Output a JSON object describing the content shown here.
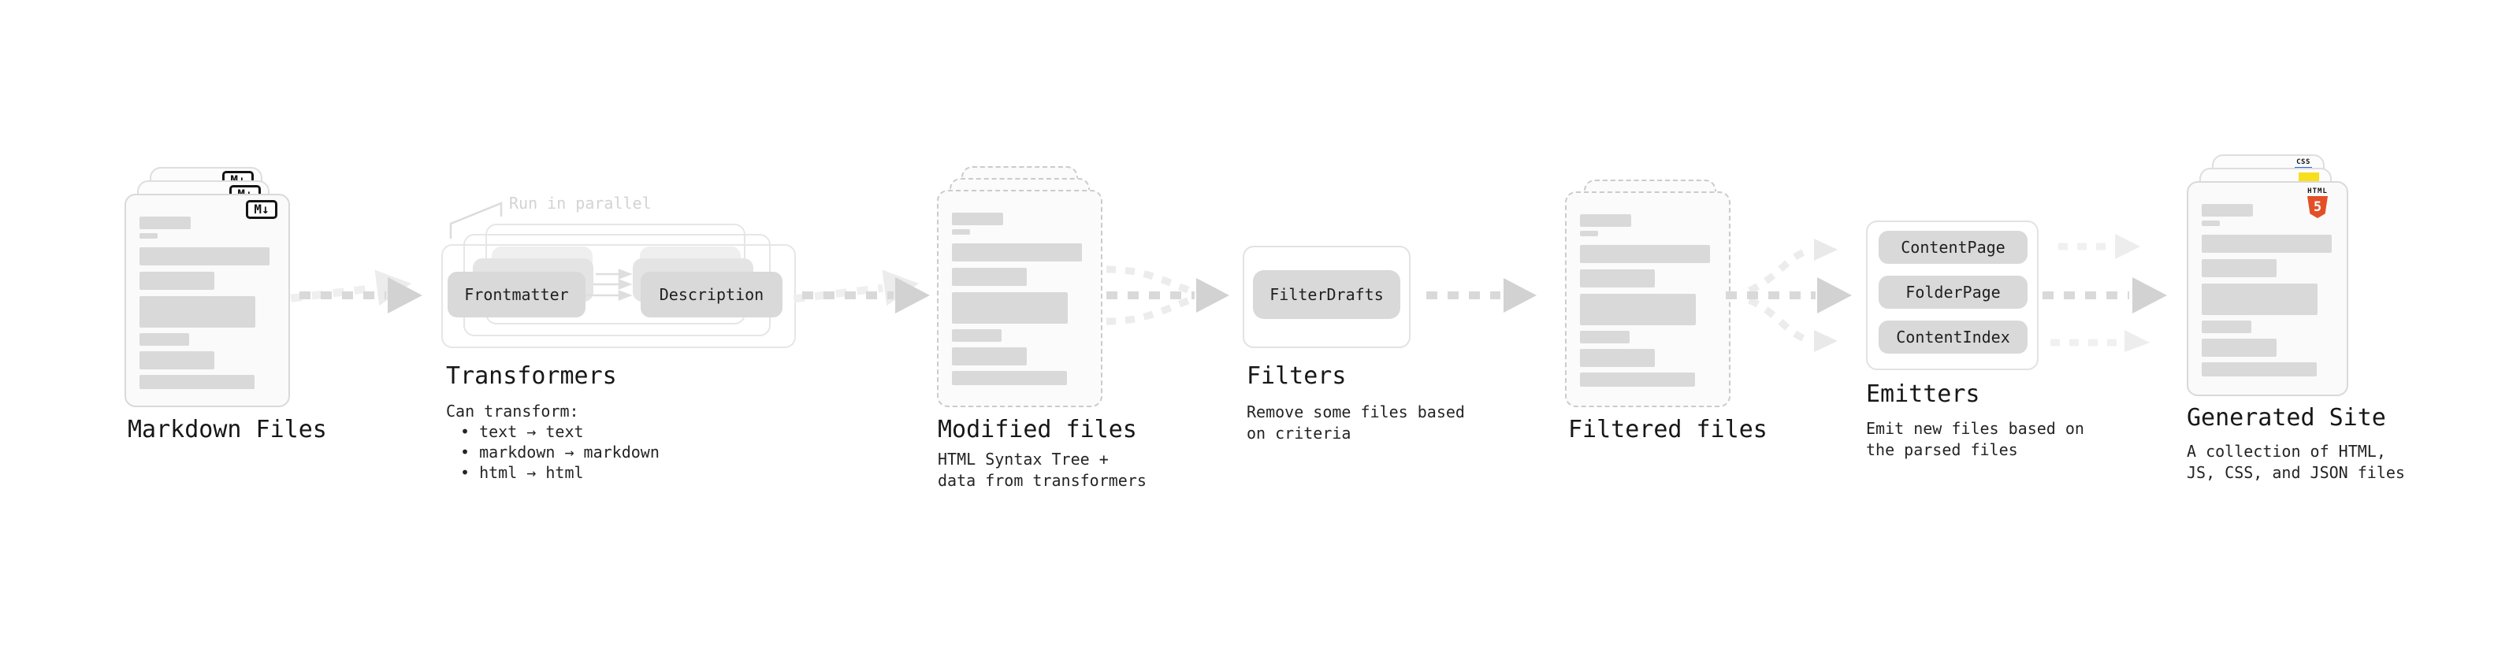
{
  "colors": {
    "html5_orange": "#e34f26",
    "js_yellow": "#f7df1e",
    "css_blue": "#2965f1"
  },
  "stages": {
    "markdown": {
      "title": "Markdown Files",
      "badge": "M↓"
    },
    "transformers": {
      "title": "Transformers",
      "note": "Run in parallel",
      "pill_frontmatter": "Frontmatter",
      "pill_description": "Description",
      "desc_heading": "Can transform:",
      "bullet_1": "• text → text",
      "bullet_2": "• markdown → markdown",
      "bullet_3": "• html → html"
    },
    "modified": {
      "title": "Modified files",
      "desc_line1": "HTML Syntax Tree +",
      "desc_line2": "data from transformers"
    },
    "filters": {
      "title": "Filters",
      "pill": "FilterDrafts",
      "desc_line1": "Remove some files based",
      "desc_line2": "on criteria"
    },
    "filtered": {
      "title": "Filtered files"
    },
    "emitters": {
      "title": "Emitters",
      "pill_1": "ContentPage",
      "pill_2": "FolderPage",
      "pill_3": "ContentIndex",
      "desc_line1": "Emit new files based on",
      "desc_line2": "the parsed files"
    },
    "generated": {
      "title": "Generated Site",
      "desc_line1": "A collection of HTML,",
      "desc_line2": "JS, CSS, and JSON files",
      "badge_html_word": "HTML",
      "badge_html_num": "5",
      "badge_css": "CSS"
    }
  }
}
